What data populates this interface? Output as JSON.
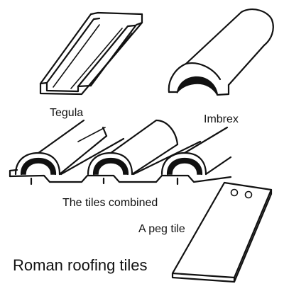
{
  "labels": {
    "tegula": "Tegula",
    "imbrex": "Imbrex",
    "combined": "The tiles combined",
    "peg_tile": "A peg tile",
    "title": "Roman roofing tiles"
  }
}
